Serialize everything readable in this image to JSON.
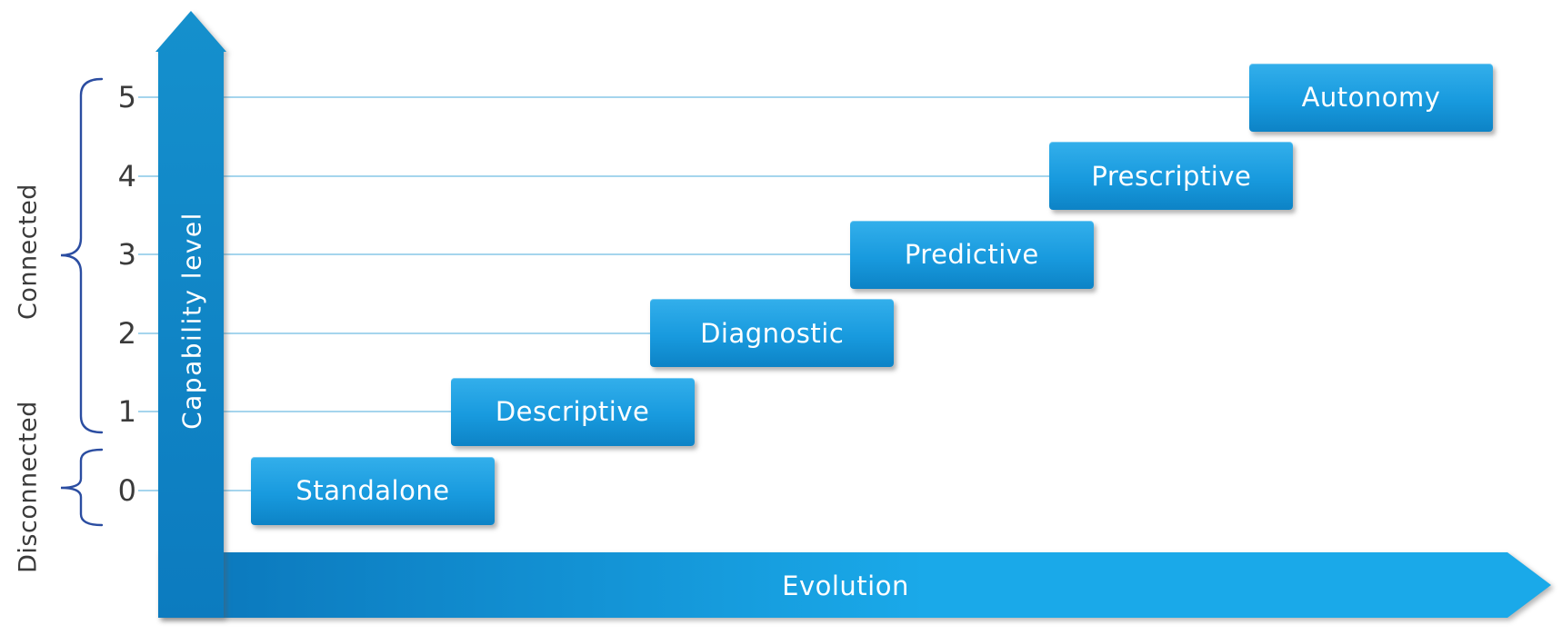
{
  "diagram": {
    "y_axis_label": "Capability level",
    "x_axis_label": "Evolution",
    "levels": [
      {
        "value": 0,
        "label": "Standalone"
      },
      {
        "value": 1,
        "label": "Descriptive"
      },
      {
        "value": 2,
        "label": "Diagnostic"
      },
      {
        "value": 3,
        "label": "Predictive"
      },
      {
        "value": 4,
        "label": "Prescriptive"
      },
      {
        "value": 5,
        "label": "Autonomy"
      }
    ],
    "side_groups": [
      {
        "label": "Connected",
        "from_level": 1,
        "to_level": 5
      },
      {
        "label": "Disconnected",
        "from_level": 0,
        "to_level": 0
      }
    ],
    "colors": {
      "box_top": "#33afeb",
      "box_mid": "#189ade",
      "box_bottom": "#0d83c6",
      "arrow_top": "#1590cd",
      "arrow_bottom": "#0c7bbf",
      "band_left": "#0c7bbf",
      "band_right": "#1aa9e9",
      "level_line": "#a5d5ed",
      "brace": "#2b4da1",
      "label_text": "#3b3b3b",
      "box_text": "#ffffff"
    }
  }
}
